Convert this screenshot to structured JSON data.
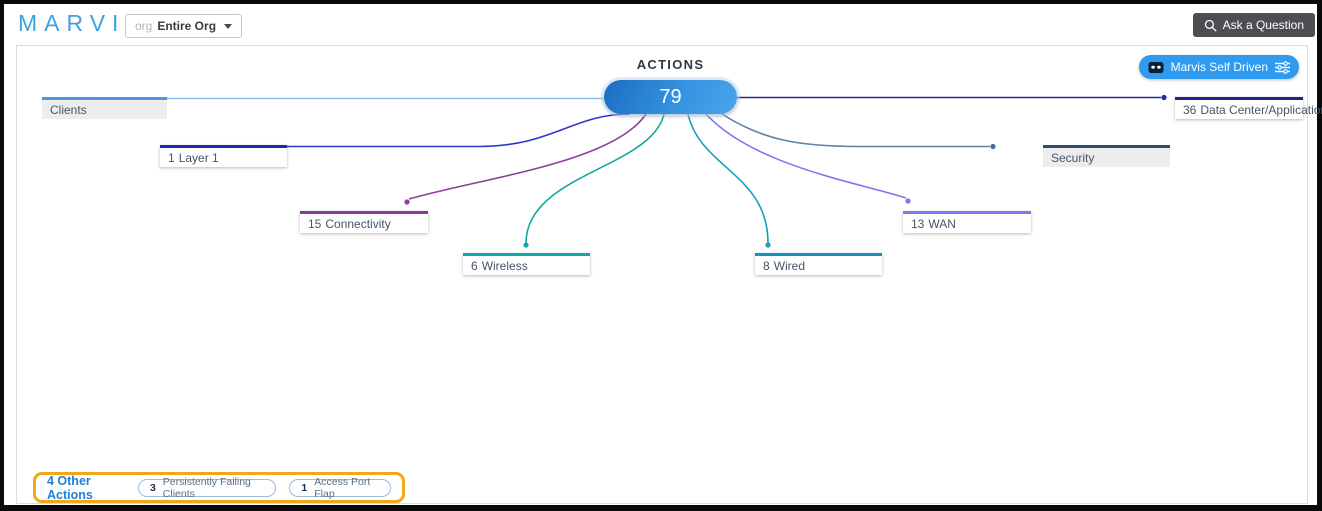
{
  "header": {
    "brand": "MARVIS",
    "org_scope_label": "org",
    "org_value": "Entire Org",
    "ask_button": "Ask a Question"
  },
  "canvas": {
    "title": "ACTIONS",
    "total_count": "79",
    "marvis_mode_button": "Marvis Self Driven",
    "pill_gradient": [
      "#1b6dc2",
      "#4aa5ec"
    ],
    "nodes": [
      {
        "id": "clients",
        "count": "",
        "label": "Clients",
        "color": "#4e95e6"
      },
      {
        "id": "layer1",
        "count": "1",
        "label": "Layer 1",
        "color": "#2227b8"
      },
      {
        "id": "connectivity",
        "count": "15",
        "label": "Connectivity",
        "color": "#8b3a9b"
      },
      {
        "id": "wireless",
        "count": "6",
        "label": "Wireless",
        "color": "#0ea6a6"
      },
      {
        "id": "wired",
        "count": "8",
        "label": "Wired",
        "color": "#1790c6"
      },
      {
        "id": "wan",
        "count": "13",
        "label": "WAN",
        "color": "#7b79f0"
      },
      {
        "id": "security",
        "count": "",
        "label": "Security",
        "color": "#2d4d71"
      },
      {
        "id": "datacenter",
        "count": "36",
        "label": "Data Center/Application",
        "color": "#1d2492"
      }
    ],
    "other_actions": {
      "label": "4 Other Actions",
      "highlight_color": "#f0a818",
      "items": [
        {
          "count": "3",
          "label": "Persistently Failing Clients"
        },
        {
          "count": "1",
          "label": "Access Port Flap"
        }
      ]
    }
  }
}
